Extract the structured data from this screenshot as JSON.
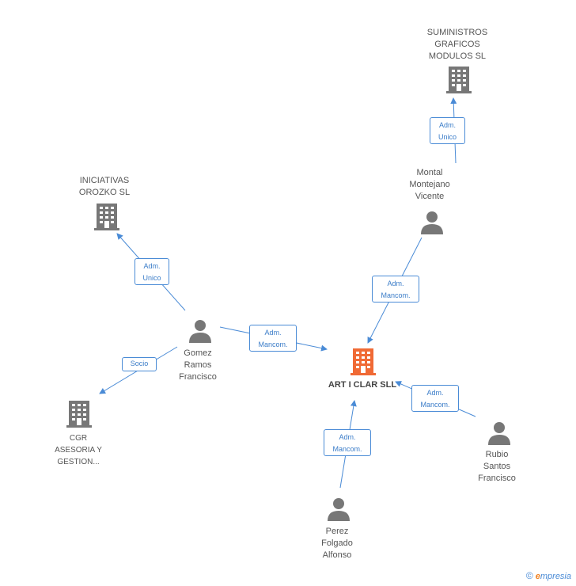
{
  "center": {
    "label": "ART I CLAR SLL"
  },
  "companies": {
    "suministros": {
      "lines": [
        "SUMINISTROS",
        "GRAFICOS",
        "MODULOS SL"
      ]
    },
    "iniciativas": {
      "lines": [
        "INICIATIVAS",
        "OROZKO SL"
      ]
    },
    "cgr": {
      "lines": [
        "CGR",
        "ASESORIA Y",
        "GESTION..."
      ]
    }
  },
  "persons": {
    "montal": {
      "lines": [
        "Montal",
        "Montejano",
        "Vicente"
      ]
    },
    "gomez": {
      "lines": [
        "Gomez",
        "Ramos",
        "Francisco"
      ]
    },
    "rubio": {
      "lines": [
        "Rubio",
        "Santos",
        "Francisco"
      ]
    },
    "perez": {
      "lines": [
        "Perez",
        "Folgado",
        "Alfonso"
      ]
    }
  },
  "badges": {
    "montal_suministros": [
      "Adm.",
      "Unico"
    ],
    "gomez_iniciativas": [
      "Adm.",
      "Unico"
    ],
    "gomez_cgr": [
      "Socio"
    ],
    "gomez_center": [
      "Adm.",
      "Mancom."
    ],
    "montal_center": [
      "Adm.",
      "Mancom."
    ],
    "rubio_center": [
      "Adm.",
      "Mancom."
    ],
    "perez_center": [
      "Adm.",
      "Mancom."
    ]
  },
  "footer": {
    "copyright": "©",
    "brand_first": "e",
    "brand_rest": "mpresia"
  },
  "colors": {
    "edge": "#4a8bd6",
    "icon_gray": "#777777",
    "center_icon": "#f06a35"
  }
}
